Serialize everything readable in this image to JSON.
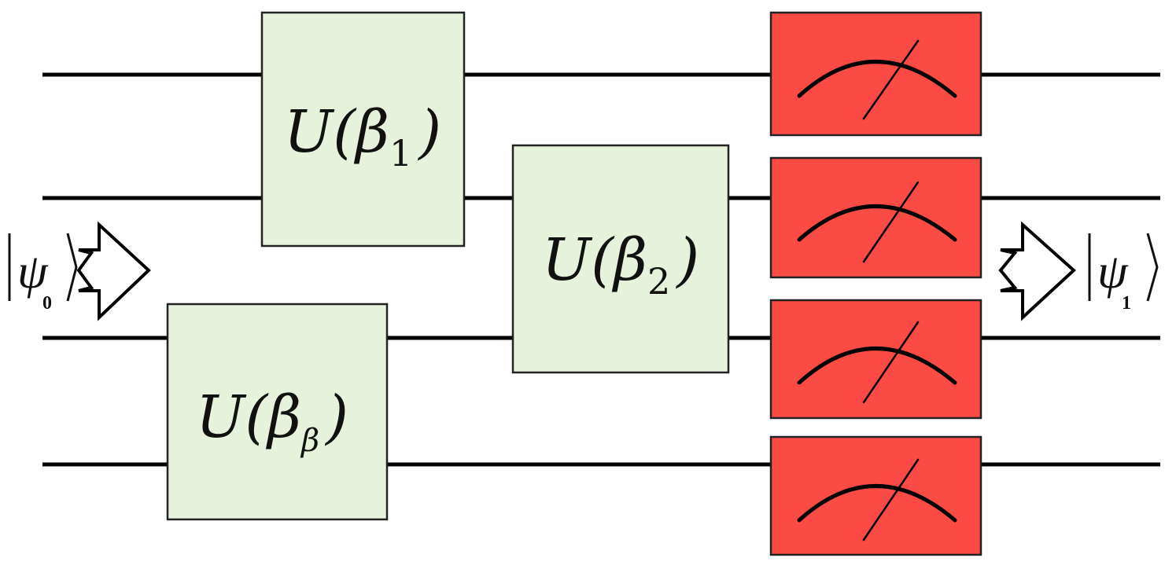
{
  "input_state": {
    "symbol": "ψ",
    "subscript": "0"
  },
  "output_state": {
    "symbol": "ψ",
    "subscript": "1"
  },
  "gates": [
    {
      "name": "U",
      "open": "(",
      "param": "β",
      "subscript": "1",
      "subscript_italic": false,
      "close": ")"
    },
    {
      "name": "U",
      "open": "(",
      "param": "β",
      "subscript": "2",
      "subscript_italic": false,
      "close": ")"
    },
    {
      "name": "U",
      "open": "(",
      "param": "β",
      "subscript": "β",
      "subscript_italic": true,
      "close": ")"
    }
  ],
  "measurement_count": 4,
  "colors": {
    "gate_fill": "#e6f2dc",
    "meter_fill": "#fb4b44",
    "wire": "#000000"
  }
}
